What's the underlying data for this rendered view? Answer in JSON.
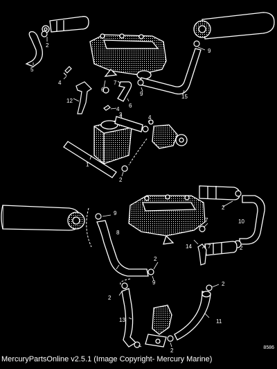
{
  "diagram": {
    "number": "8586",
    "copyright": "MercuryPartsOnline v2.5.1 (Image Copyright- Mercury Marine)",
    "callouts": [
      "1",
      "2",
      "2",
      "2",
      "2",
      "2",
      "2",
      "2",
      "2",
      "3",
      "4",
      "4",
      "4",
      "5",
      "6",
      "7",
      "7",
      "7",
      "8",
      "9",
      "9",
      "9",
      "9",
      "10",
      "11",
      "12",
      "13",
      "14",
      "15"
    ]
  }
}
